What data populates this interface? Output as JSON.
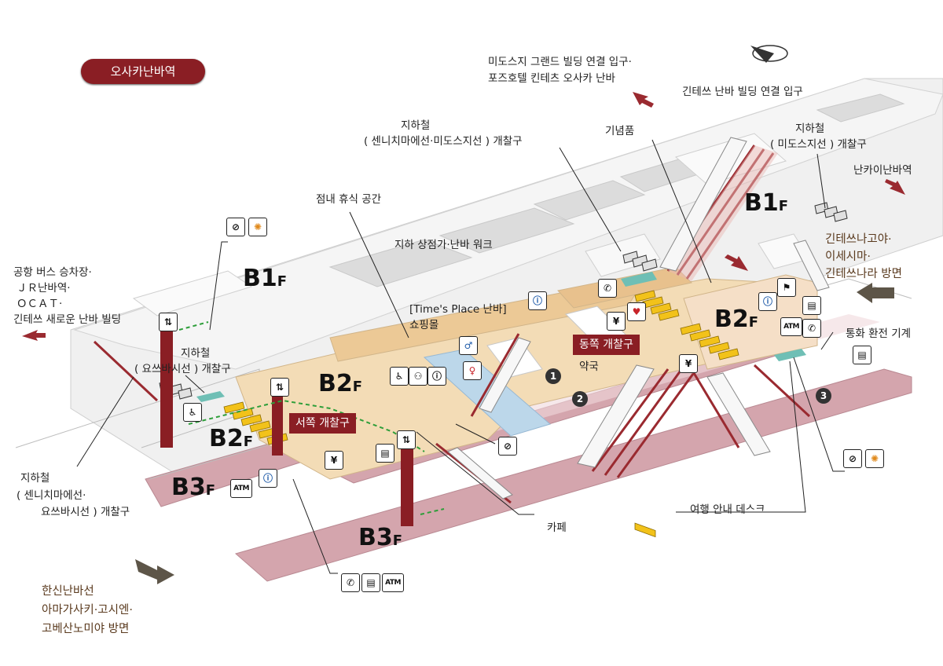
{
  "title": "오사카난바역",
  "floors": {
    "b1_left": "B1",
    "b1_right": "B1",
    "b2_center": "B2",
    "b2_right": "B2",
    "b2_left": "B2",
    "b3_left": "B3",
    "b3_center": "B3",
    "floor_suffix": "F"
  },
  "gates": {
    "east": "동쪽 개찰구",
    "west": "서쪽 개찰구"
  },
  "labels": {
    "midosuji_grand": "미도스지 그랜드 빌딩 연결 입구·",
    "fortune_hotel": "포즈호텔 킨테츠 오사카 난바",
    "kintetsu_namba_bldg": "긴테쓰 난바 빌딩 연결 입구",
    "souvenir": "기념품",
    "subway_sennichimae_midosuji_1": "지하철",
    "subway_sennichimae_midosuji_2": "( 센니치마에선·미도스지선 ) 개찰구",
    "subway_midosuji_1": "지하철",
    "subway_midosuji_2": "( 미도스지선 ) 개찰구",
    "nankai": "난카이난바역",
    "rest_space": "점내 휴식 공간",
    "underground_mall": "지하 상점가·난바 워크",
    "airport_bus_1": "공항 버스 승차장·",
    "airport_bus_2": "ＪＲ난바역·",
    "airport_bus_3": "ＯＣＡＴ·",
    "airport_bus_4": "긴테쓰 새로운 난바 빌딩",
    "times_place_1": "[Time's Place 난바]",
    "times_place_2": "쇼핑몰",
    "subway_yotsubashi_1": "지하철",
    "subway_yotsubashi_2": "( 요쓰바시선 ) 개찰구",
    "pharmacy": "약국",
    "currency_exchange": "통화 환전 기계",
    "subway_sennichimae_yotsubashi_1": "지하철",
    "subway_sennichimae_yotsubashi_2": "( 센니치마에선·",
    "subway_sennichimae_yotsubashi_3": "요쓰바시선 ) 개찰구",
    "cafe": "카페",
    "tourist_desk": "여행 안내 데스크"
  },
  "directions": {
    "nagoya_1": "긴테쓰나고야·",
    "nagoya_2": "이세시마·",
    "nagoya_3": "긴테쓰나라 방면",
    "hanshin_1": "한신난바선",
    "hanshin_2": "아마가사키·고시엔·",
    "hanshin_3": "고베산노미야 방면"
  },
  "platform_numbers": [
    "1",
    "2",
    "3"
  ],
  "icon_glyphs": {
    "atm": "ATM",
    "yen": "¥",
    "phone": "✆",
    "elevator": "⇅",
    "accessible": "♿",
    "locker": "▤",
    "toilet_male": "♂",
    "toilet_female": "♀",
    "flag": "⚑",
    "heart": "♥",
    "smoking": "⊘",
    "clock": "✺",
    "baby": "⚇",
    "info": "ⓘ"
  },
  "colors": {
    "brand": "#8a1e24",
    "platform": "#d4a5ad",
    "concourse": "#f3dcb6",
    "floor_gray": "#ececec",
    "gate_yellow": "#f2c21a",
    "escalator": "#9a2a30",
    "direction_arrow": "#5d5548"
  }
}
